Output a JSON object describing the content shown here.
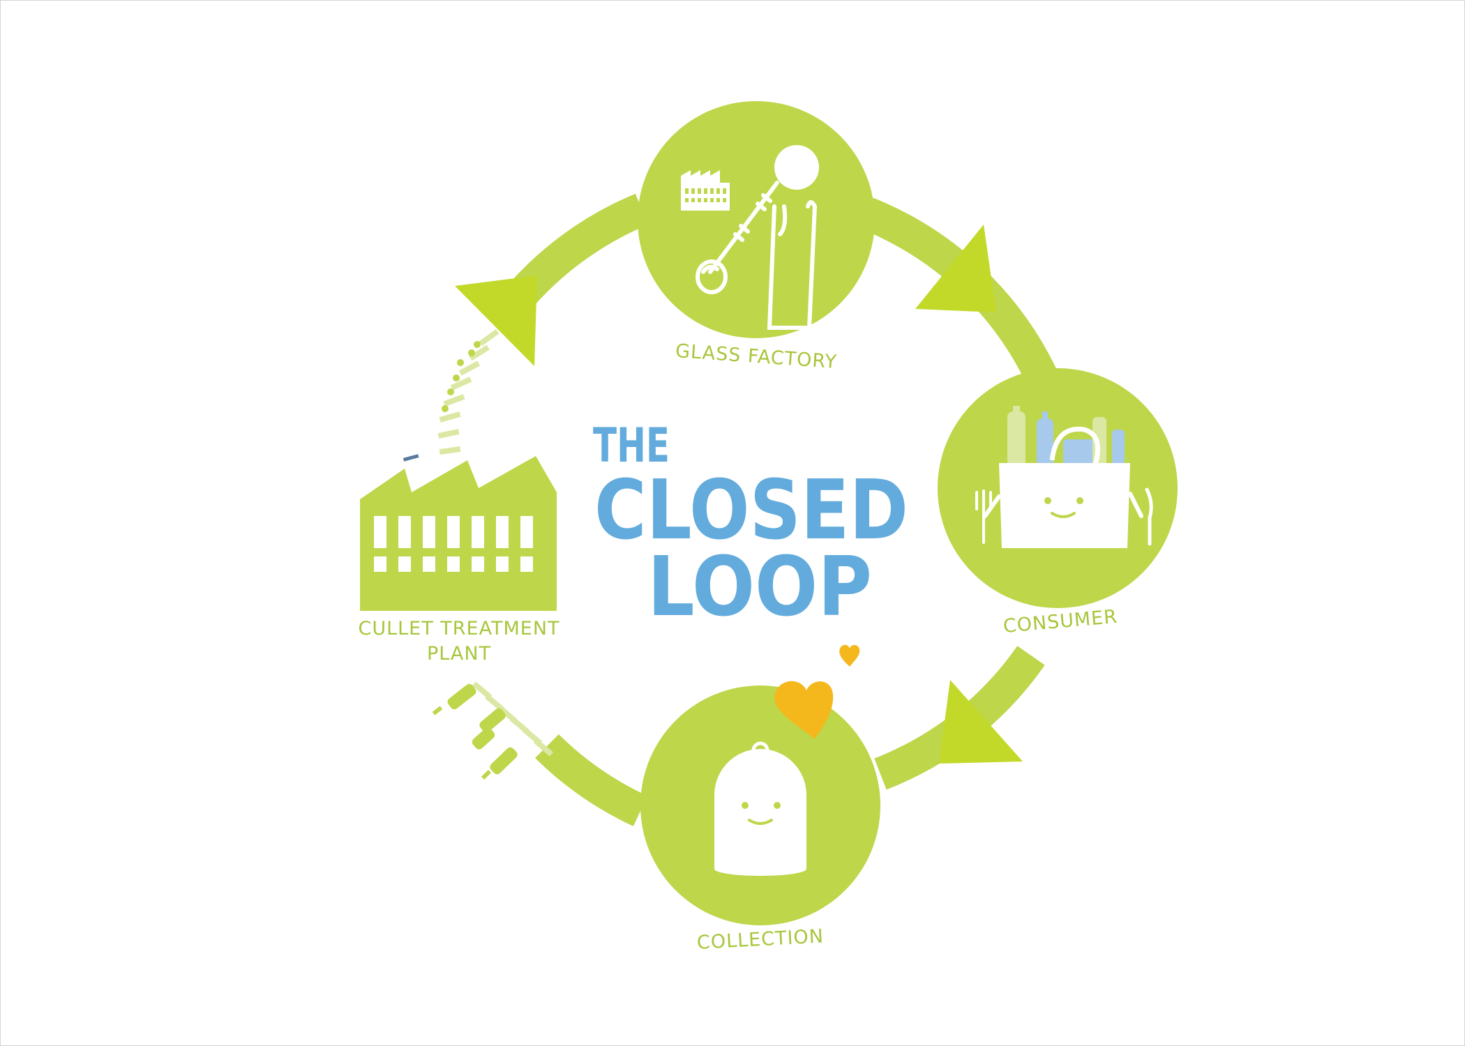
{
  "title": {
    "line1": "THE",
    "line2": "CLOSED",
    "line3": "LOOP"
  },
  "stages": {
    "glass_factory": "GLASS FACTORY",
    "consumer": "CONSUMER",
    "collection": "COLLECTION",
    "cullet_plant_line1": "CULLET TREATMENT",
    "cullet_plant_line2": "PLANT"
  },
  "colors": {
    "green": "#bdd64a",
    "arrow_green": "#c3d92a",
    "label_green": "#a7c63b",
    "light_green": "#dbe8a4",
    "blue": "#62abdc",
    "light_blue": "#a6c9ec",
    "heart": "#f5b81c"
  },
  "icons": [
    "factory-icon",
    "glassblower-icon",
    "shopping-bag-icon",
    "bottle-bank-icon",
    "heart-icon",
    "conveyor-icon"
  ]
}
